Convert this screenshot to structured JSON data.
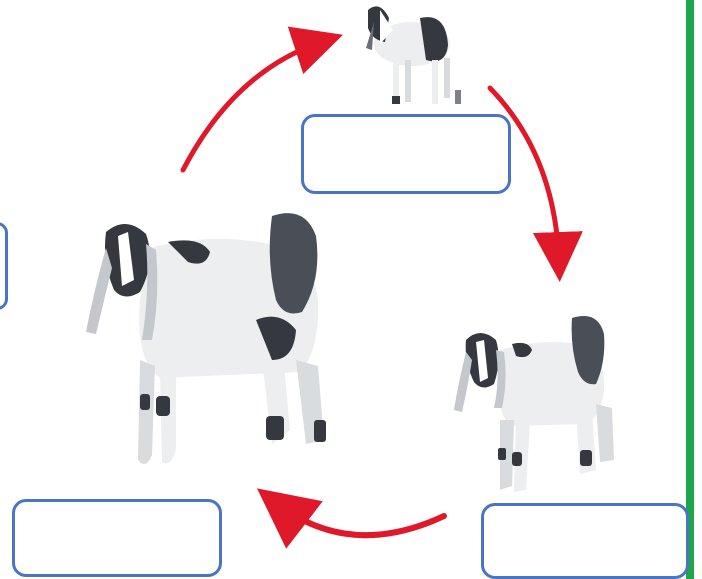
{
  "diagram": {
    "stages": [
      {
        "id": "kid",
        "label": ""
      },
      {
        "id": "young-goat",
        "label": ""
      },
      {
        "id": "adult-goat",
        "label": ""
      },
      {
        "id": "partial-box",
        "label": ""
      }
    ]
  },
  "colors": {
    "arrow": "#e0192a",
    "box_border": "#4a74c4",
    "right_border": "#1fa64a",
    "goat_white": "#eceef0",
    "goat_black": "#35393f",
    "goat_gray": "#7b828a"
  }
}
